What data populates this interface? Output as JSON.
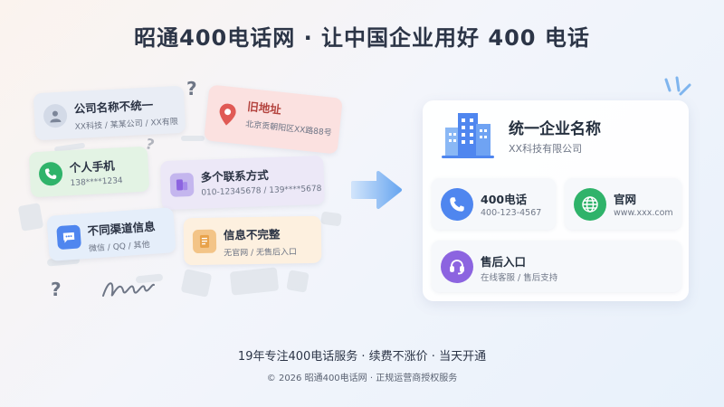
{
  "header": {
    "title": "昭通400电话网 · 让中国企业用好 400 电话"
  },
  "scattered_cards": [
    {
      "title": "公司名称不统一",
      "subtitle": "XX科技 / 某某公司 / XX有限"
    },
    {
      "title": "旧地址",
      "subtitle": "北京贡朝阳区XX路88号"
    },
    {
      "title": "个人手机",
      "subtitle": "138****1234"
    },
    {
      "title": "多个联系方式",
      "subtitle": "010-12345678 / 139****5678"
    },
    {
      "title": "不同渠道信息",
      "subtitle": "微信 / QQ / 其他"
    },
    {
      "title": "信息不完整",
      "subtitle": "无官网 / 无售后入口"
    }
  ],
  "company": {
    "name": "统一企业名称",
    "subtitle": "XX科技有限公司"
  },
  "tiles": [
    {
      "title": "400电话",
      "subtitle": "400-123-4567"
    },
    {
      "title": "官网",
      "subtitle": "www.xxx.com"
    },
    {
      "title": "售后入口",
      "subtitle": "在线客服 / 售后支持"
    }
  ],
  "footer": {
    "tagline": "19年专注400电话服务 · 续费不涨价 · 当天开通",
    "copyright": "© 2026 昭通400电话网 · 正规运营商授权服务"
  },
  "colors": {
    "blue": "#4f86ef",
    "green": "#2fb36a",
    "purple": "#8c64e0",
    "red": "#e05a55",
    "orange": "#e8a24a"
  }
}
